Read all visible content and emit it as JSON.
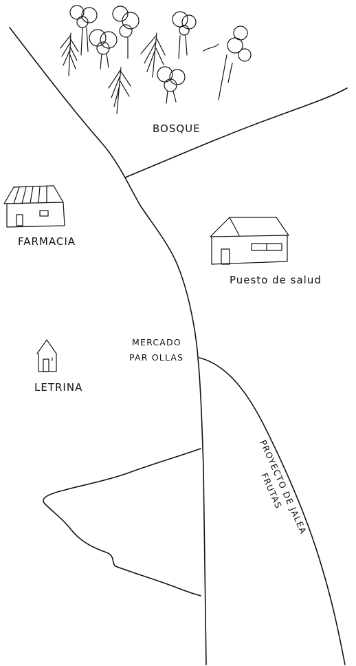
{
  "labels": {
    "forest": "BOSQUE",
    "pharmacy": "FARMACIA",
    "health_post": "Puesto de salud",
    "latrine": "LETRINA",
    "market_line1": "MERCADO",
    "market_line2": "PAR OLLAS",
    "jam_project_line1": "PROYECTO DE JALEA",
    "jam_project_line2": "FRUTAS"
  },
  "colors": {
    "ink": "#111111",
    "paper": "#ffffff"
  },
  "icons": {
    "forest": "trees-icon",
    "pharmacy": "house-icon",
    "health_post": "building-icon",
    "latrine": "outhouse-icon"
  }
}
